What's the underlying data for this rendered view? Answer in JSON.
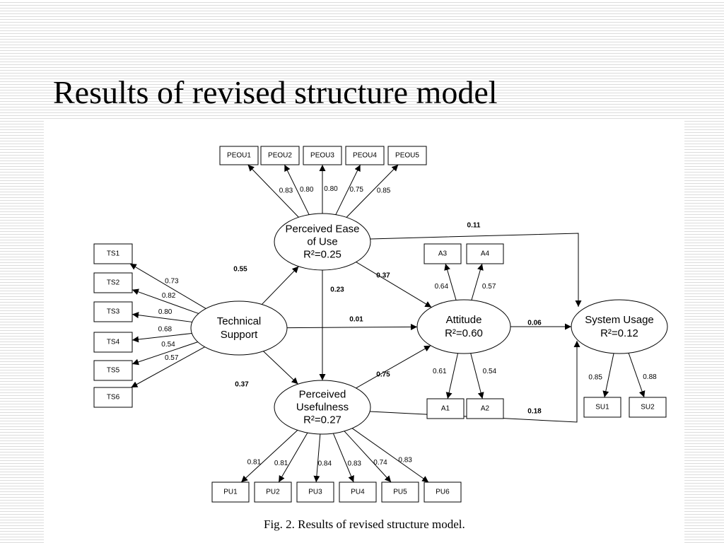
{
  "slide": {
    "title": "Results of revised structure model",
    "caption": "Fig. 2.  Results of revised structure model."
  },
  "diagram": {
    "latent": {
      "peou": {
        "lines": [
          "Perceived Ease",
          "of Use",
          "R²=0.25"
        ]
      },
      "ts": {
        "lines": [
          "Technical",
          "Support"
        ]
      },
      "pu": {
        "lines": [
          "Perceived",
          "Usefulness",
          "R²=0.27"
        ]
      },
      "att": {
        "lines": [
          "Attitude",
          "R²=0.60"
        ]
      },
      "su": {
        "lines": [
          "System Usage",
          "R²=0.12"
        ]
      }
    },
    "indicators": {
      "peou": [
        "PEOU1",
        "PEOU2",
        "PEOU3",
        "PEOU4",
        "PEOU5"
      ],
      "ts": [
        "TS1",
        "TS2",
        "TS3",
        "TS4",
        "TS5",
        "TS6"
      ],
      "pu": [
        "PU1",
        "PU2",
        "PU3",
        "PU4",
        "PU5",
        "PU6"
      ],
      "att_top": [
        "A3",
        "A4"
      ],
      "att_bottom": [
        "A1",
        "A2"
      ],
      "su": [
        "SU1",
        "SU2"
      ]
    },
    "loadings": {
      "peou": [
        "0.83",
        "0.80",
        "0.80",
        "0.75",
        "0.85"
      ],
      "ts": [
        "0.73",
        "0.82",
        "0.80",
        "0.68",
        "0.54",
        "0.57"
      ],
      "pu": [
        "0.81",
        "0.81",
        "0.84",
        "0.83",
        "0.74",
        "0.83"
      ],
      "att_top": [
        "0.64",
        "0.57"
      ],
      "att_bottom": [
        "0.61",
        "0.54"
      ],
      "su": [
        "0.85",
        "0.88"
      ]
    },
    "paths": {
      "ts_peou": "0.55",
      "ts_pu": "0.37",
      "ts_att": "0.01",
      "peou_pu": "0.23",
      "peou_att": "0.37",
      "peou_su": "0.11",
      "pu_att": "0.75",
      "pu_su": "0.18",
      "att_su": "0.06"
    }
  }
}
